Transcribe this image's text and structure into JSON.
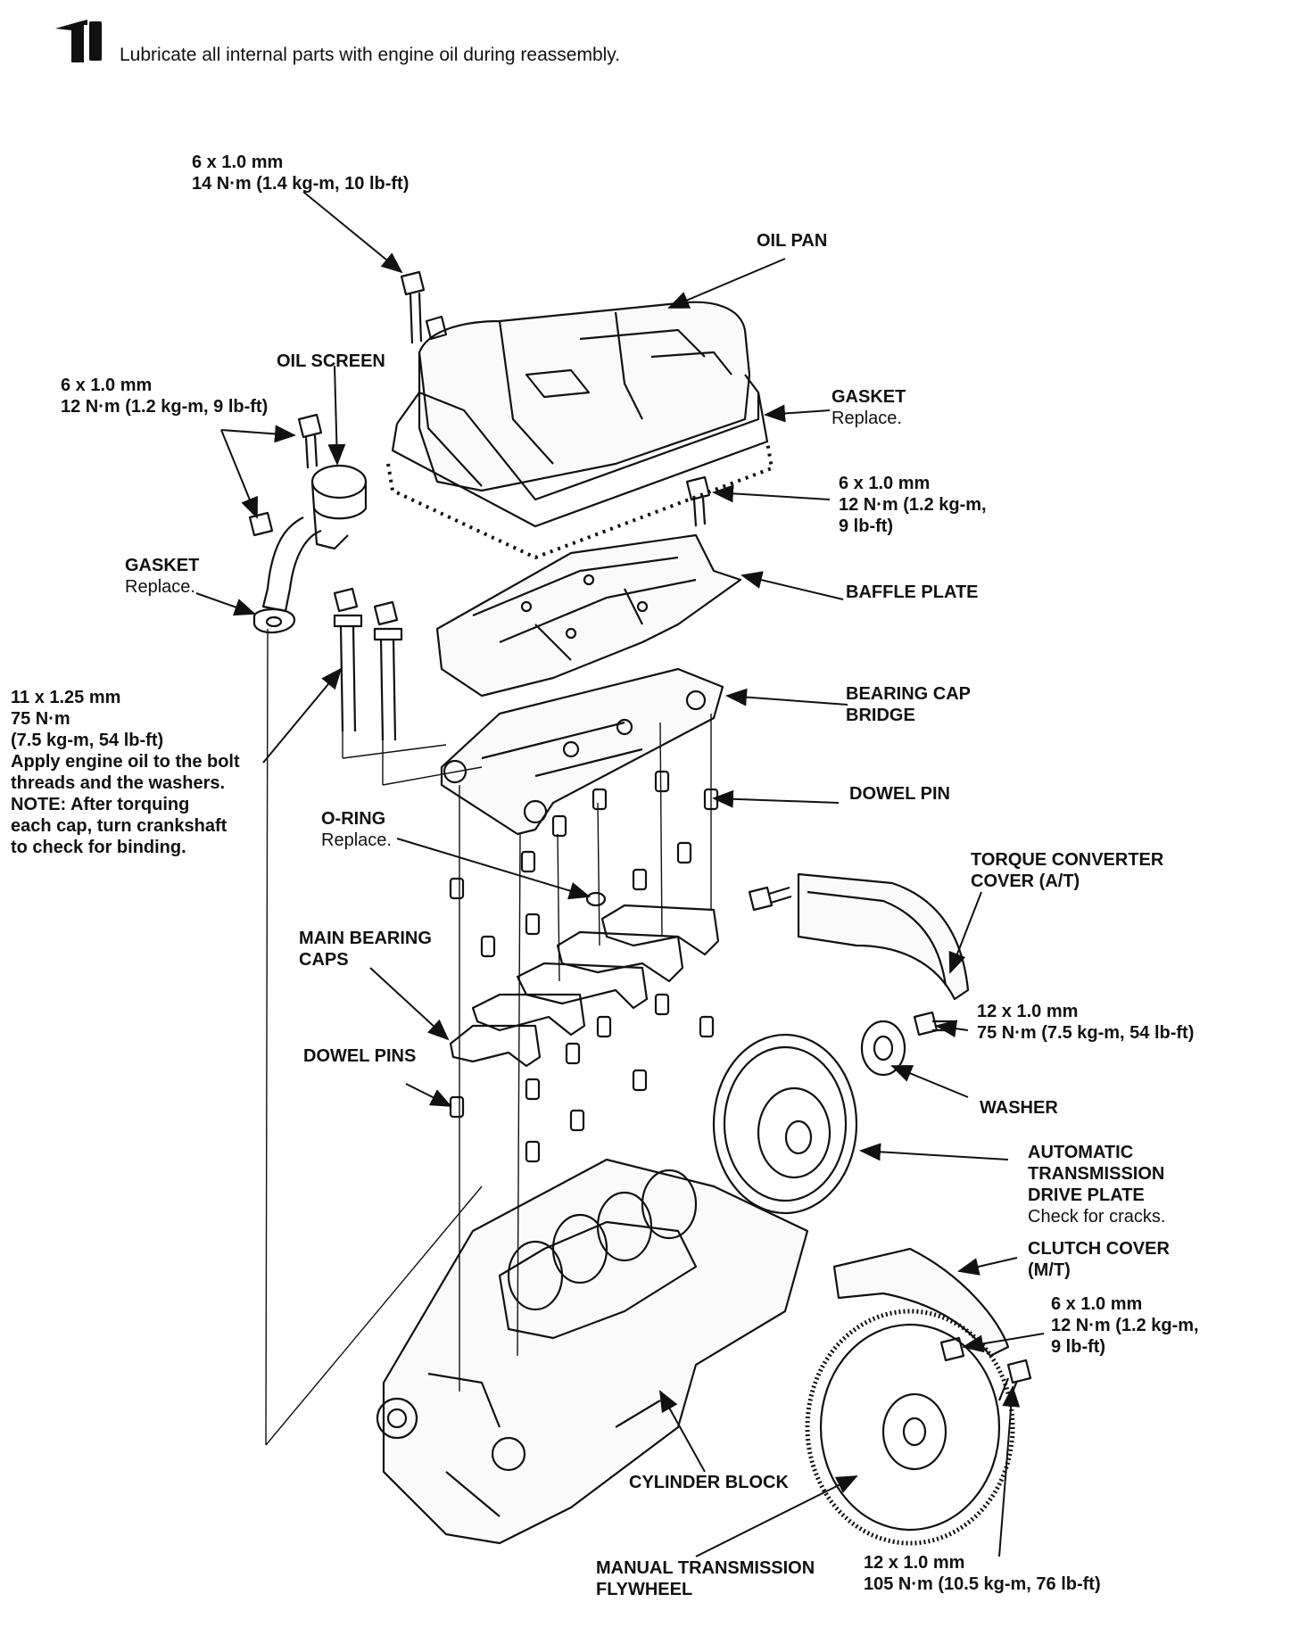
{
  "note": {
    "text": "Lubricate all internal parts with engine oil during reassembly.",
    "icon": "oil-can-icon"
  },
  "labels": {
    "oil_pan": "OIL PAN",
    "oil_pan_bolt": {
      "size": "6 x 1.0 mm",
      "torque": "14 N·m (1.4 kg-m, 10 lb-ft)"
    },
    "oil_screen": "OIL SCREEN",
    "oil_screen_bolt": {
      "size": "6 x 1.0 mm",
      "torque": "12 N·m (1.2 kg-m, 9 lb-ft)"
    },
    "pan_gasket": {
      "name": "GASKET",
      "note": "Replace."
    },
    "baffle_bolt": {
      "size": "6 x 1.0 mm",
      "torque1": "12 N·m (1.2 kg-m,",
      "torque2": "9 lb-ft)"
    },
    "screen_gasket": {
      "name": "GASKET",
      "note": "Replace."
    },
    "baffle_plate": "BAFFLE PLATE",
    "main_bolt": {
      "size": "11 x 1.25 mm",
      "torque1": "75 N·m",
      "torque2": "(7.5 kg-m, 54 lb-ft)",
      "line1": "Apply engine oil to the bolt",
      "line2": "threads and the washers.",
      "line3": "NOTE: After torquing",
      "line4": "each cap, turn crankshaft",
      "line5": "to check for binding."
    },
    "bearing_cap_bridge": {
      "line1": "BEARING CAP",
      "line2": "BRIDGE"
    },
    "dowel_pin": "DOWEL PIN",
    "o_ring": {
      "name": "O-RING",
      "note": "Replace."
    },
    "torque_converter_cover": {
      "line1": "TORQUE CONVERTER",
      "line2": "COVER (A/T)"
    },
    "main_bearing_caps": {
      "line1": "MAIN BEARING",
      "line2": "CAPS"
    },
    "drive_plate_bolt": {
      "size": "12 x 1.0 mm",
      "torque": "75 N·m (7.5 kg-m, 54 lb-ft)"
    },
    "dowel_pins": "DOWEL PINS",
    "washer": "WASHER",
    "drive_plate": {
      "line1": "AUTOMATIC",
      "line2": "TRANSMISSION",
      "line3": "DRIVE PLATE",
      "note": "Check for cracks."
    },
    "clutch_cover": {
      "line1": "CLUTCH COVER",
      "line2": "(M/T)"
    },
    "cover_bolt": {
      "size": "6 x 1.0 mm",
      "torque1": "12 N·m (1.2 kg-m,",
      "torque2": "9 lb-ft)"
    },
    "cylinder_block": "CYLINDER BLOCK",
    "flywheel": {
      "line1": "MANUAL TRANSMISSION",
      "line2": "FLYWHEEL"
    },
    "flywheel_bolt": {
      "size": "12 x 1.0 mm",
      "torque": "105 N·m (10.5 kg-m, 76 lb-ft)"
    }
  }
}
